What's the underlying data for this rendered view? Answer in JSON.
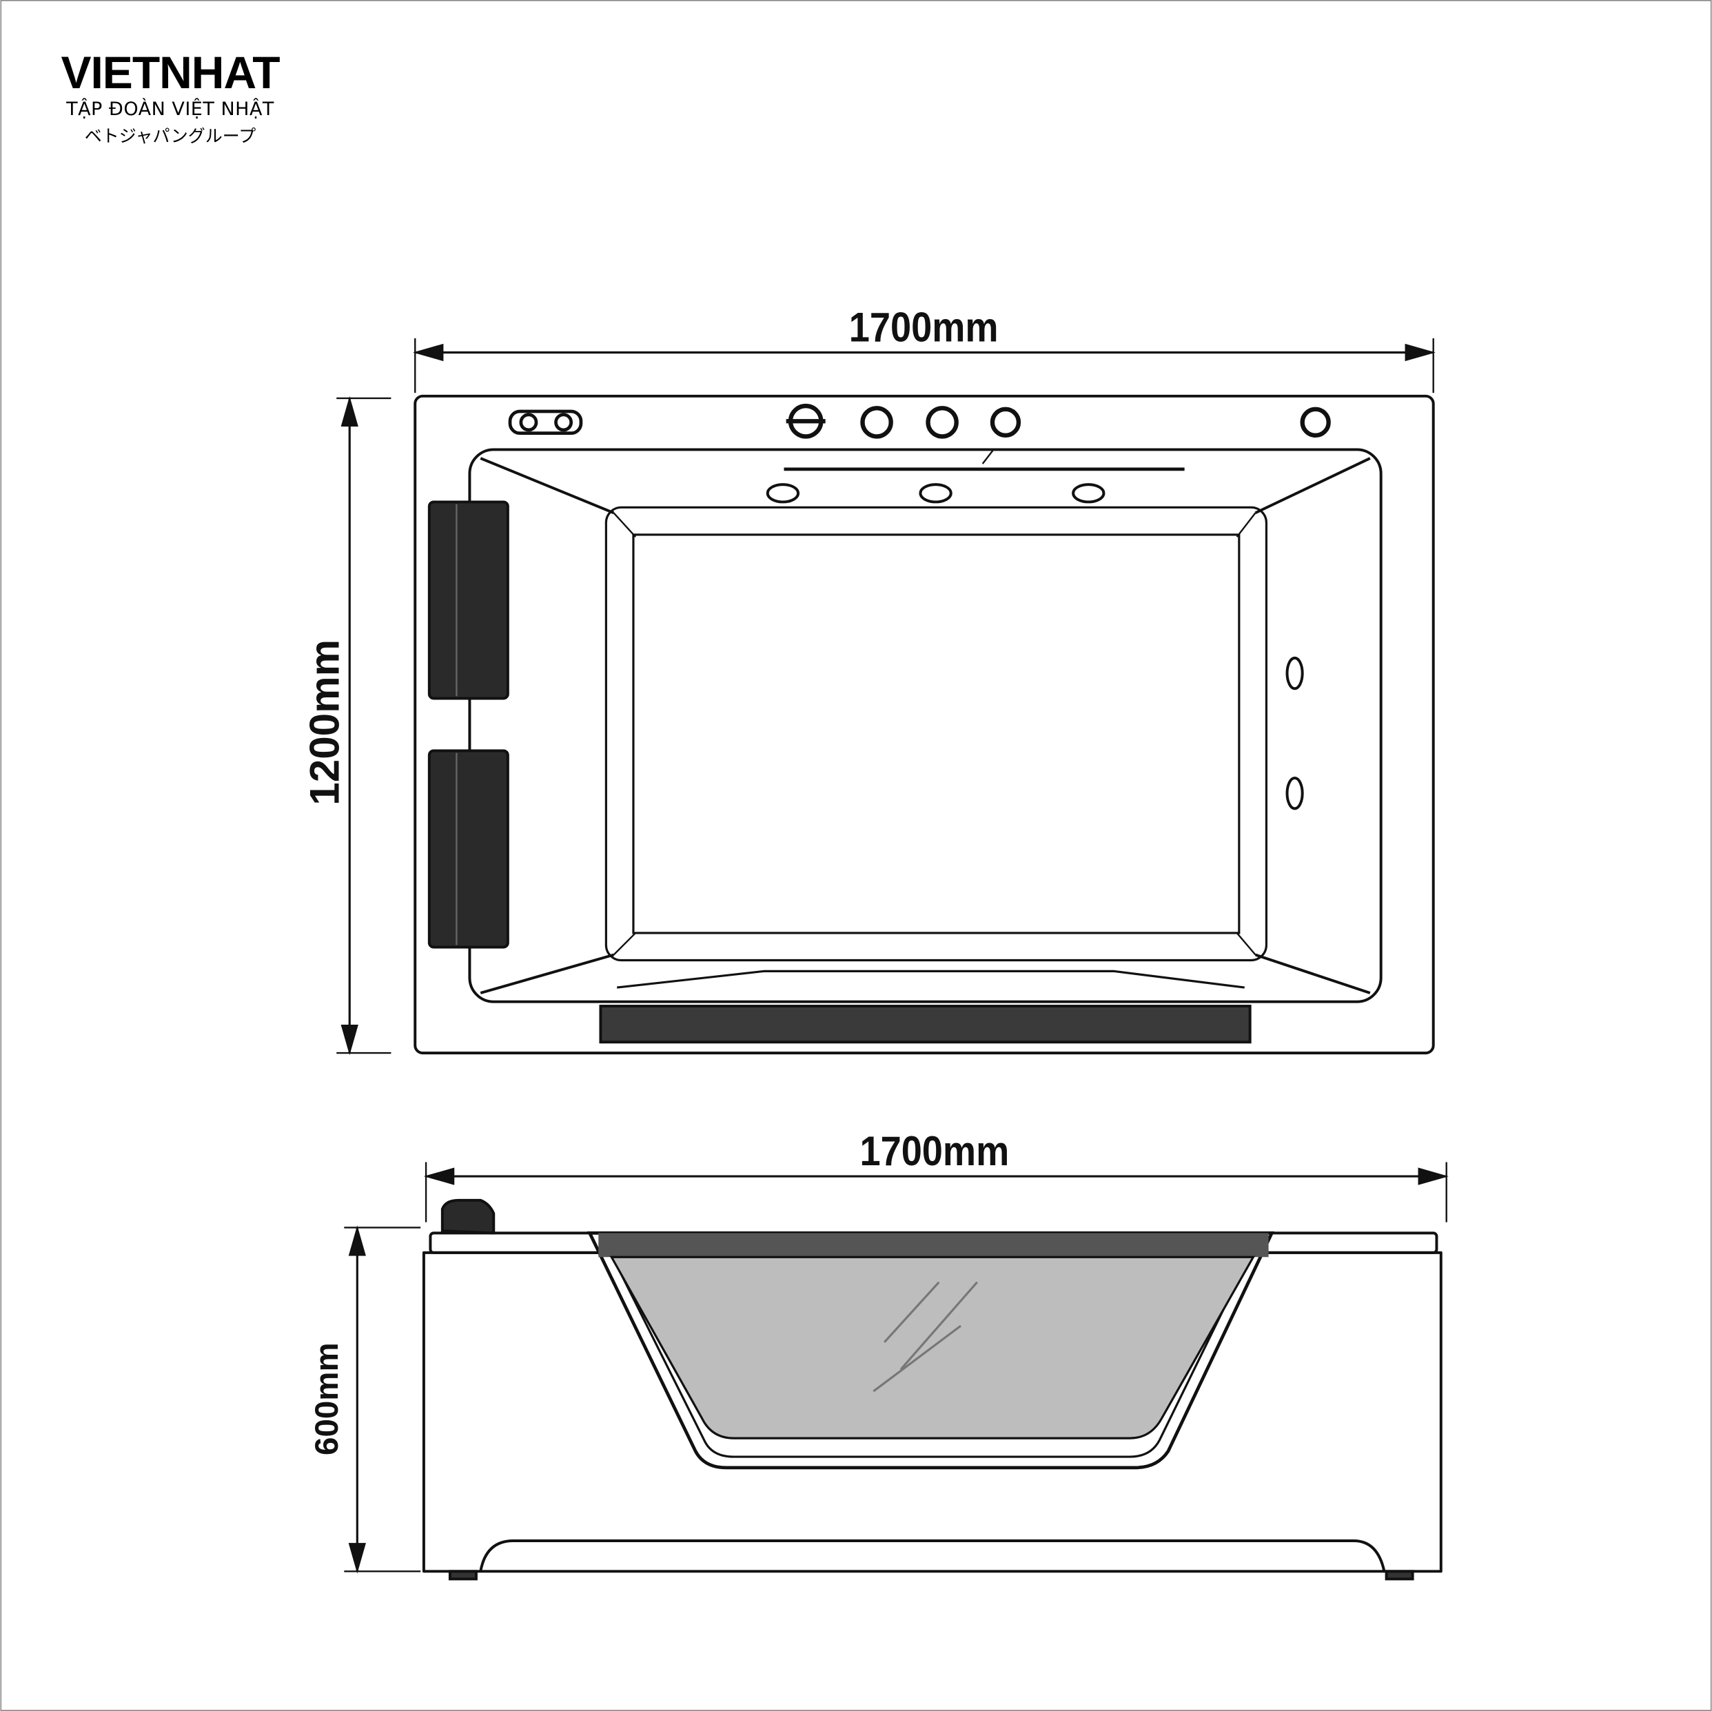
{
  "logo": {
    "brand": "VIETNHAT",
    "subtitle": "TẬP ĐOÀN VIỆT NHẬT",
    "japanese": "ベトジャパングループ"
  },
  "top_view": {
    "width_label": "1700mm",
    "depth_label": "1200mm"
  },
  "side_view": {
    "width_label": "1700mm",
    "height_label": "600mm"
  },
  "colors": {
    "line": "#111111",
    "dark_fill": "#2a2a2a",
    "glass": "#bdbdbd"
  }
}
